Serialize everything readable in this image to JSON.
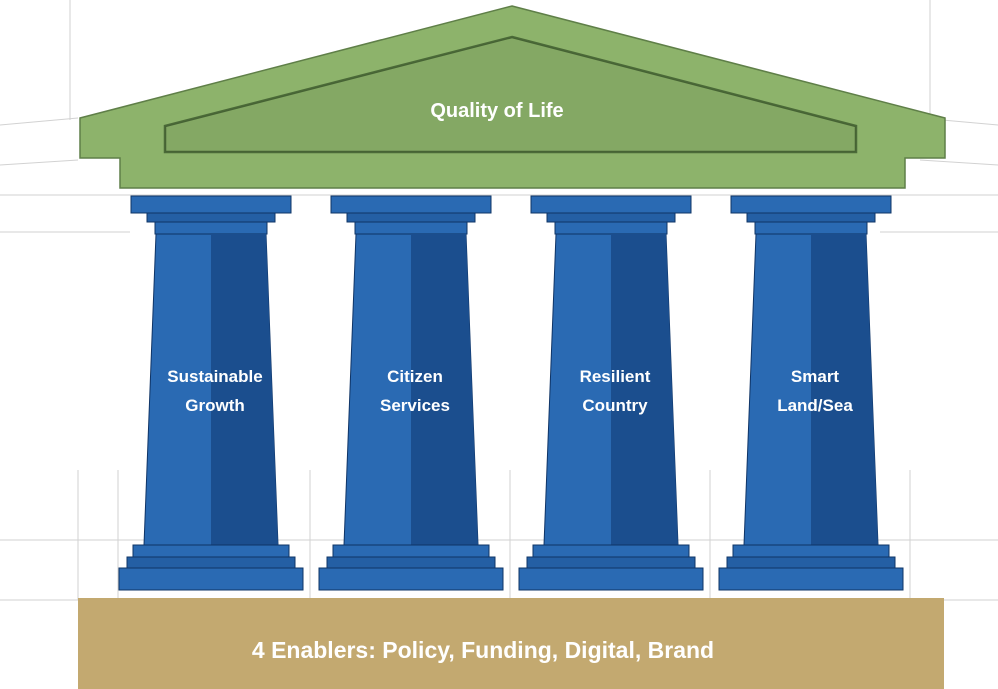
{
  "roof": {
    "title": "Quality of Life",
    "color": "#8DB36B"
  },
  "pillars": [
    {
      "lines": [
        "Sustainable",
        "Growth"
      ]
    },
    {
      "lines": [
        "Citizen",
        "Services"
      ]
    },
    {
      "lines": [
        "Resilient",
        "Country"
      ]
    },
    {
      "lines": [
        "Smart",
        "Land/Sea"
      ]
    }
  ],
  "pillar_colors": {
    "light": "#2A6AB3",
    "dark": "#1B4E8E",
    "mid": "#245FA4"
  },
  "foundation": {
    "text": "4 Enablers: Policy, Funding, Digital, Brand",
    "color": "#C3A970"
  }
}
